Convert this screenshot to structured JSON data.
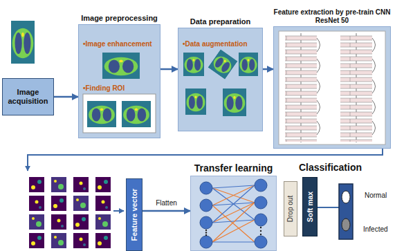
{
  "diagram": {
    "nodes": [
      {
        "text": [
          "Image acquisition"
        ]
      },
      {
        "text": [
          "Image preprocessing",
          "•Image enhancement",
          "•Finding ROI"
        ]
      },
      {
        "text": [
          "Data preparation",
          "•Data augmentation"
        ]
      },
      {
        "text": [
          "Feature extraction by pre-train CNN ResNet 50"
        ]
      },
      {
        "text": [
          "Feature vector"
        ]
      },
      {
        "text": [
          "Transfer learning"
        ]
      },
      {
        "text": [
          "Drop out"
        ]
      },
      {
        "text": [
          "Soft max"
        ]
      }
    ],
    "edges": [
      {
        "from": 0,
        "to": 1,
        "arrow": "to"
      },
      {
        "from": 1,
        "to": 2,
        "arrow": "to"
      },
      {
        "from": 2,
        "to": 3,
        "arrow": "to"
      },
      {
        "from": 4,
        "to": 5,
        "label": "Flatten",
        "arrow": "to"
      }
    ],
    "labels": [
      "Classification",
      "Normal",
      "Infected"
    ]
  }
}
